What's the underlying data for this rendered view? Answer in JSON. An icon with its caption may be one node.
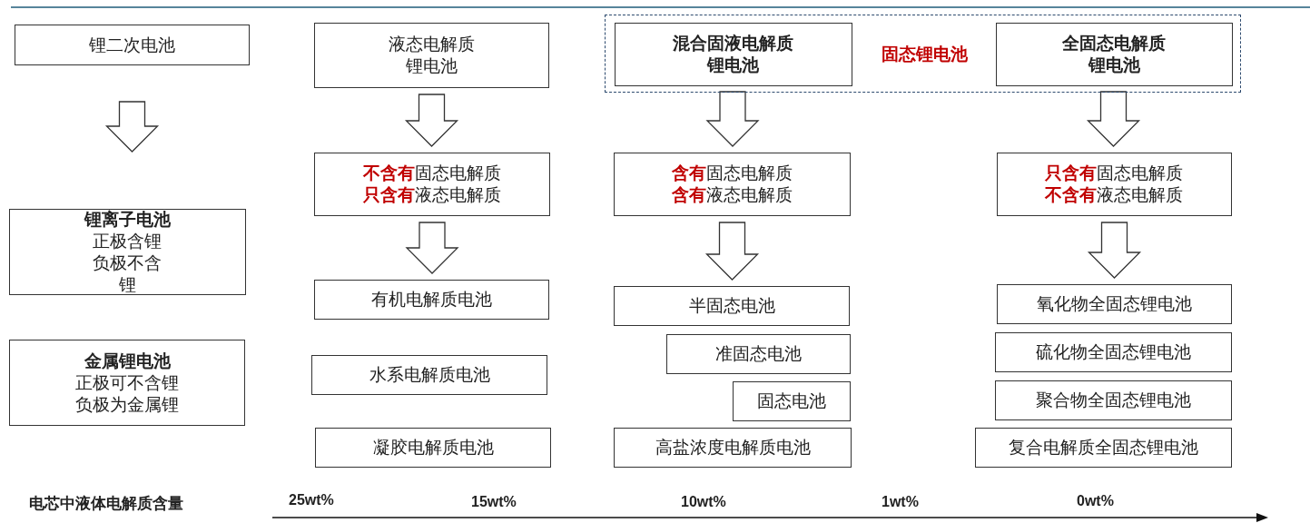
{
  "diagram": {
    "nodes": [
      {
        "text": [
          "锂二次电池"
        ]
      },
      {
        "text": [
          "液态电解质锂电池"
        ]
      },
      {
        "text": [
          "固态锂电池"
        ]
      },
      {
        "text": [
          "混合固液电解质锂电池"
        ],
        "in": 2
      },
      {
        "text": [
          "全固态电解质锂电池"
        ],
        "in": 2
      },
      {
        "text": [
          "**不含有**固态电解质**只含有**液态电解质"
        ]
      },
      {
        "text": [
          "**含有**固态电解质**含有**液态电解质"
        ]
      },
      {
        "text": [
          "**只含有**固态电解质**不含有**液态电解质"
        ]
      },
      {
        "text": [
          "锂离子电池",
          "正极含锂负极不含锂"
        ]
      },
      {
        "text": [
          "有机电解质电池"
        ]
      },
      {
        "text": [
          "半固态电池"
        ]
      },
      {
        "text": [
          "氧化物全固态锂电池"
        ]
      },
      {
        "text": [
          "金属锂电池",
          "正极可不含锂负极为金属锂"
        ]
      },
      {
        "text": [
          "水系电解质电池"
        ]
      },
      {
        "text": [
          "准固态电池"
        ]
      },
      {
        "text": [
          "硫化物全固态锂电池"
        ]
      },
      {
        "text": [
          "固态电池"
        ]
      },
      {
        "text": [
          "聚合物全固态锂电池"
        ]
      },
      {
        "text": [
          "凝胶电解质电池"
        ]
      },
      {
        "text": [
          "高盐浓度电解质电池"
        ]
      },
      {
        "text": [
          "复合电解质全固态锂电池"
        ]
      }
    ],
    "edges": [
      {
        "from": 0,
        "to": 8,
        "arrow": "to"
      },
      {
        "from": 1,
        "to": 5,
        "arrow": "to"
      },
      {
        "from": 3,
        "to": 6,
        "arrow": "to"
      },
      {
        "from": 4,
        "to": 7,
        "arrow": "to"
      },
      {
        "from": 5,
        "to": 9,
        "arrow": "to"
      },
      {
        "from": 6,
        "to": 10,
        "arrow": "to"
      },
      {
        "from": 7,
        "to": 11,
        "arrow": "to"
      }
    ],
    "labels": [
      "电芯中液体电解质含量",
      "25wt%",
      "15wt%",
      "10wt%",
      "1wt%",
      "0wt%"
    ]
  }
}
